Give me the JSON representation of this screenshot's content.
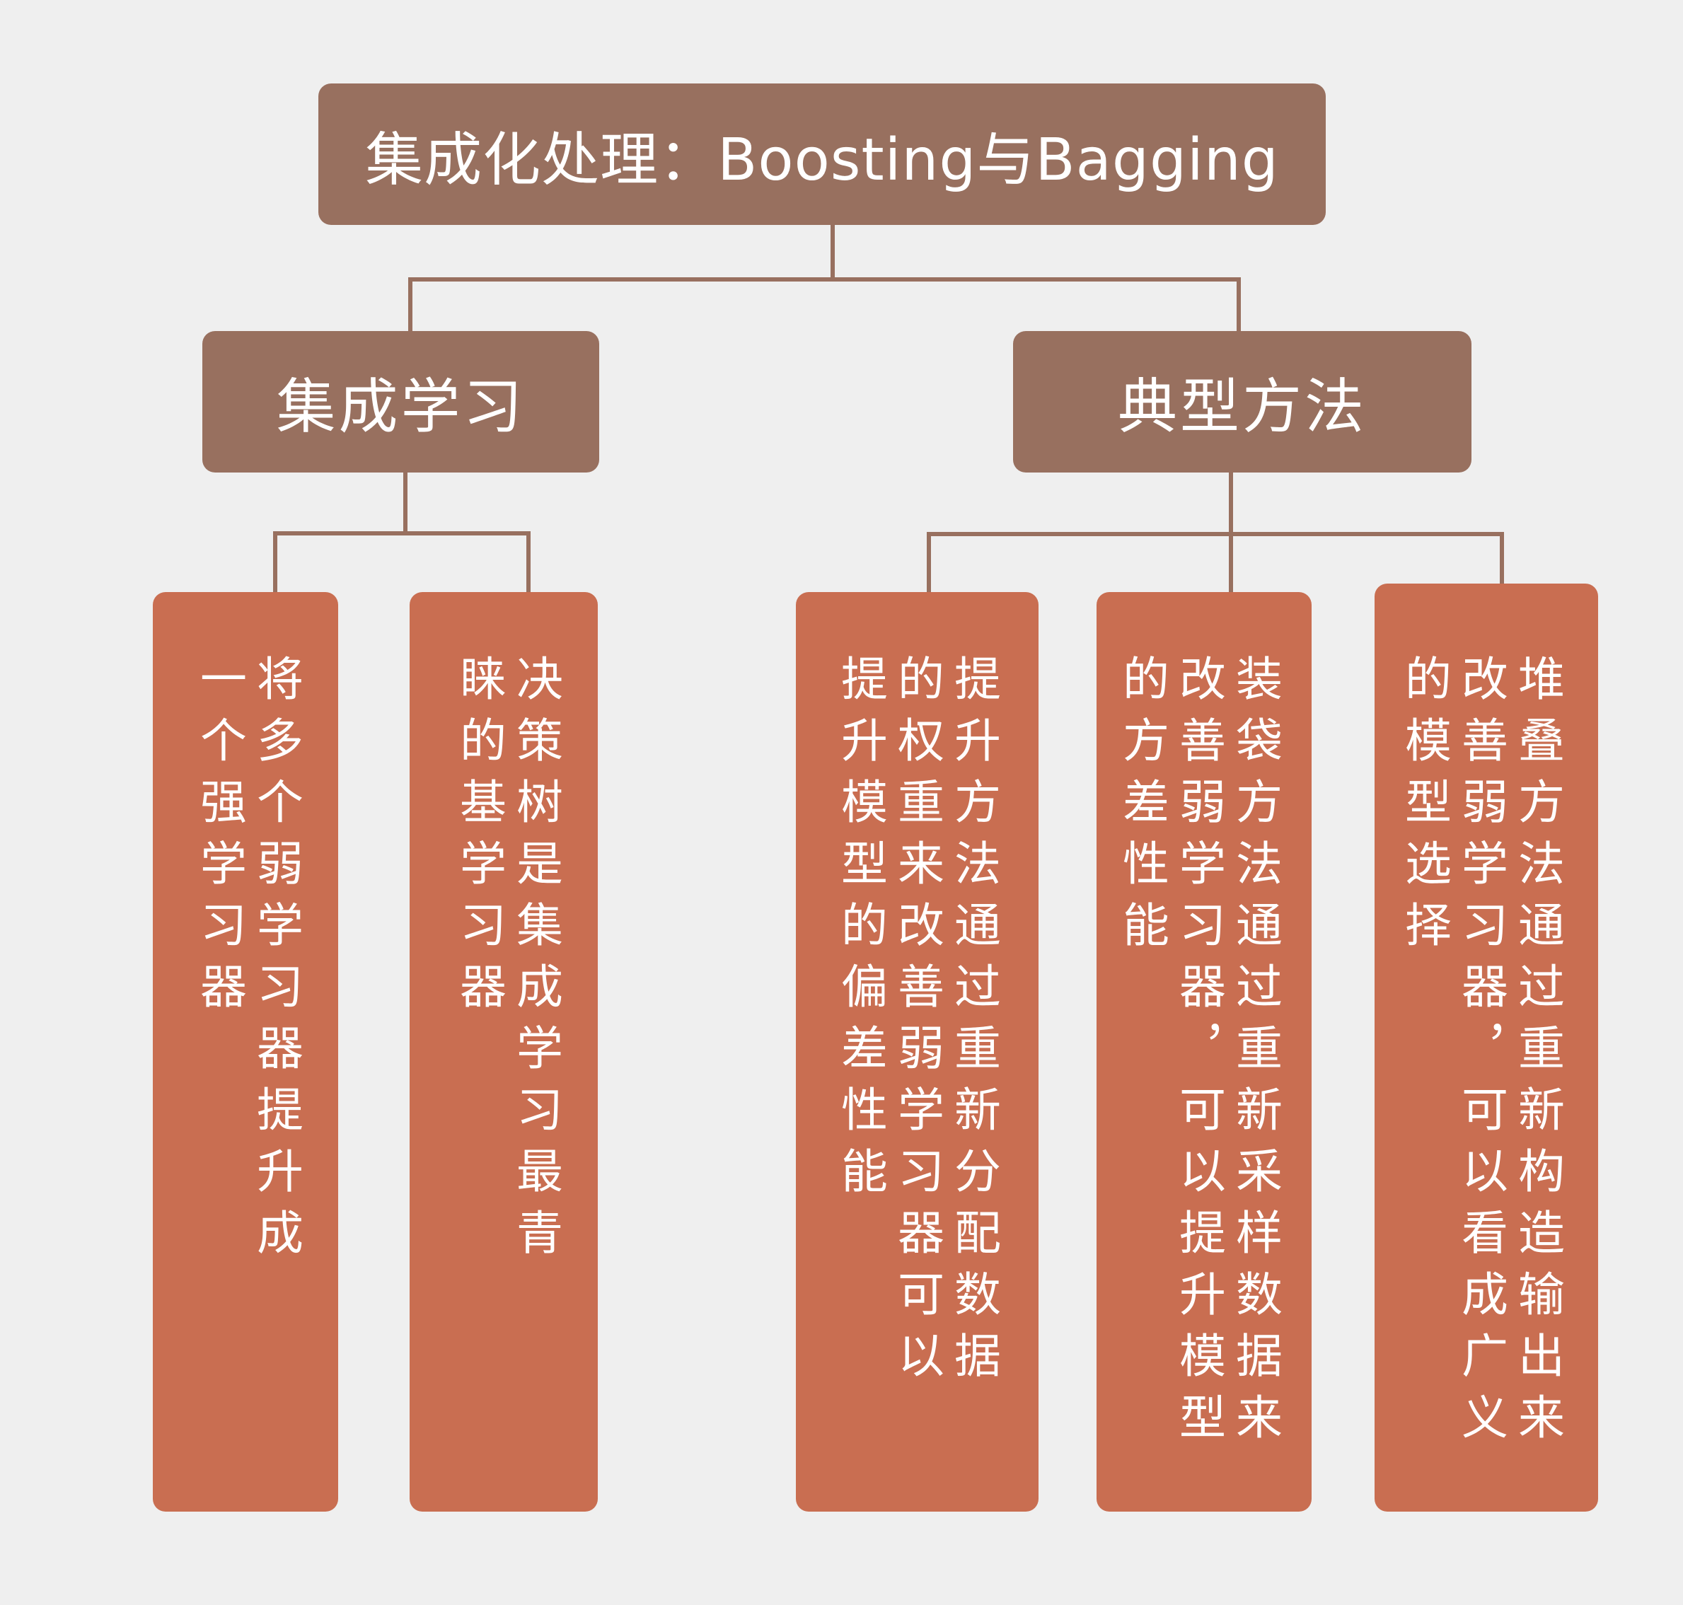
{
  "diagram": {
    "root": {
      "label": "集成化处理：Boosting与Bagging"
    },
    "branches": [
      {
        "label": "集成学习",
        "children": [
          {
            "text": "将多个弱学习器提升成一个强学习器"
          },
          {
            "text": "决策树是集成学习最青睐的基学习器"
          }
        ]
      },
      {
        "label": "典型方法",
        "children": [
          {
            "text": "提升方法通过重新分配数据的权重来改善弱学习器可以提升模型的偏差性能"
          },
          {
            "text": "装袋方法通过重新采样数据来改善弱学习器，可以提升模型的方差性能"
          },
          {
            "text": "堆叠方法通过重新构造输出来改善弱学习器，可以看成广义的模型选择"
          }
        ]
      }
    ]
  },
  "colors": {
    "background": "#efefef",
    "header_box": "#98705f",
    "leaf_box": "#c96e51",
    "connector": "#98705f",
    "text": "#ffffff"
  }
}
